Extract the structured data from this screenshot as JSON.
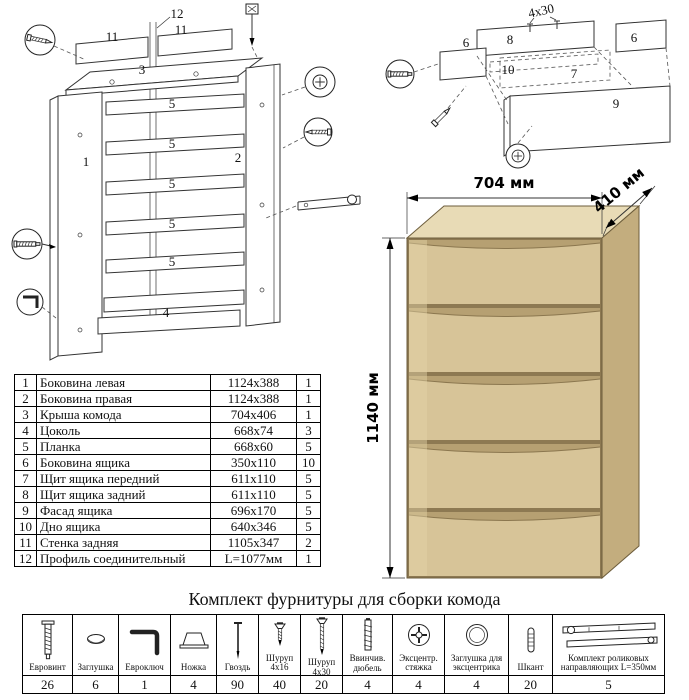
{
  "cabinet_diagram": {
    "labels": {
      "n12": "12",
      "n11a": "11",
      "n11b": "11",
      "n3": "3",
      "n1": "1",
      "n2": "2",
      "n5a": "5",
      "n5b": "5",
      "n5c": "5",
      "n5d": "5",
      "n5e": "5",
      "n4": "4"
    }
  },
  "drawer_diagram": {
    "labels": {
      "n8": "8",
      "n6a": "6",
      "n6b": "6",
      "n10": "10",
      "n7": "7",
      "n9": "9",
      "screw_size": "4x30"
    }
  },
  "dresser": {
    "width_label": "704 мм",
    "depth_label": "410 мм",
    "height_label": "1140 мм",
    "colors": {
      "front": "#d7c498",
      "side": "#c3ad7e",
      "top": "#e8dbb6"
    }
  },
  "parts_table": {
    "rows": [
      {
        "num": "1",
        "name": "Боковина левая",
        "size": "1124x388",
        "qty": "1"
      },
      {
        "num": "2",
        "name": "Боковина правая",
        "size": "1124x388",
        "qty": "1"
      },
      {
        "num": "3",
        "name": "Крыша комода",
        "size": "704x406",
        "qty": "1"
      },
      {
        "num": "4",
        "name": "Цоколь",
        "size": "668x74",
        "qty": "3"
      },
      {
        "num": "5",
        "name": "Планка",
        "size": "668x60",
        "qty": "5"
      },
      {
        "num": "6",
        "name": "Боковина ящика",
        "size": "350x110",
        "qty": "10"
      },
      {
        "num": "7",
        "name": "Щит ящика передний",
        "size": "611x110",
        "qty": "5"
      },
      {
        "num": "8",
        "name": "Щит ящика задний",
        "size": "611x110",
        "qty": "5"
      },
      {
        "num": "9",
        "name": "Фасад ящика",
        "size": "696x170",
        "qty": "5"
      },
      {
        "num": "10",
        "name": "Дно ящика",
        "size": "640x346",
        "qty": "5"
      },
      {
        "num": "11",
        "name": "Стенка задняя",
        "size": "1105x347",
        "qty": "2"
      },
      {
        "num": "12",
        "name": "Профиль соединительный",
        "size": "L=1077мм",
        "qty": "1"
      }
    ]
  },
  "hardware": {
    "title": "Комплект фурнитуры для сборки комода",
    "items": [
      {
        "icon": "euroscrew-icon",
        "name": "Евровинт",
        "qty": "26"
      },
      {
        "icon": "cap-icon",
        "name": "Заглушка",
        "qty": "6"
      },
      {
        "icon": "hexkey-icon",
        "name": "Евроключ",
        "qty": "1"
      },
      {
        "icon": "foot-icon",
        "name": "Ножка",
        "qty": "4"
      },
      {
        "icon": "nail-icon",
        "name": "Гвоздь",
        "qty": "90"
      },
      {
        "icon": "screw-4x16-icon",
        "name": "Шуруп 4x16",
        "qty": "40"
      },
      {
        "icon": "screw-4x30-icon",
        "name": "Шуруп 4x30",
        "qty": "20"
      },
      {
        "icon": "dowel-screw-icon",
        "name": "Ввинчив. дюбель",
        "qty": "4"
      },
      {
        "icon": "cam-lock-icon",
        "name": "Эксцентр. стяжка",
        "qty": "4"
      },
      {
        "icon": "cam-cover-icon",
        "name": "Заглушка для эксцентрика",
        "qty": "4"
      },
      {
        "icon": "dowel-pin-icon",
        "name": "Шкант",
        "qty": "20"
      },
      {
        "icon": "roller-guides-icon",
        "name": "Комплект роликовых направляющих L=350мм",
        "qty": "5"
      }
    ]
  }
}
